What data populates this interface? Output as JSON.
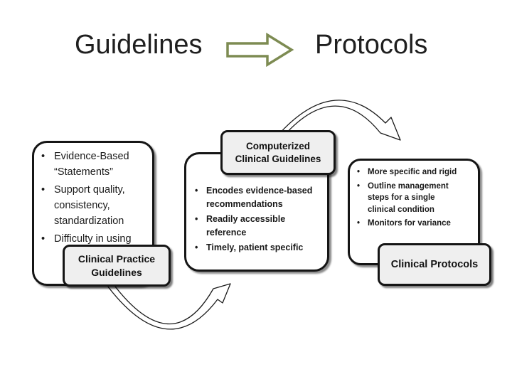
{
  "title": {
    "left": "Guidelines",
    "right": "Protocols"
  },
  "title_arrow": {
    "name": "right-block-arrow",
    "color": "#7d8b52"
  },
  "curve_color": "#1a1a1a",
  "bullet_char": "•",
  "boxes": {
    "left": {
      "label": "Clinical Practice\nGuidelines",
      "bullets": [
        "Evidence-Based\n“Statements”",
        "Support quality,\nconsistency,\nstandardization",
        "Difficulty in using"
      ]
    },
    "middle": {
      "label": "Computerized\nClinical Guidelines",
      "bullets": [
        "Encodes evidence-based\nrecommendations",
        "Readily accessible\nreference",
        "Timely, patient specific"
      ]
    },
    "right": {
      "label": "Clinical Protocols",
      "bullets": [
        "More specific and rigid",
        "Outline management\nsteps for a single\nclinical condition",
        "Monitors for variance"
      ]
    }
  }
}
